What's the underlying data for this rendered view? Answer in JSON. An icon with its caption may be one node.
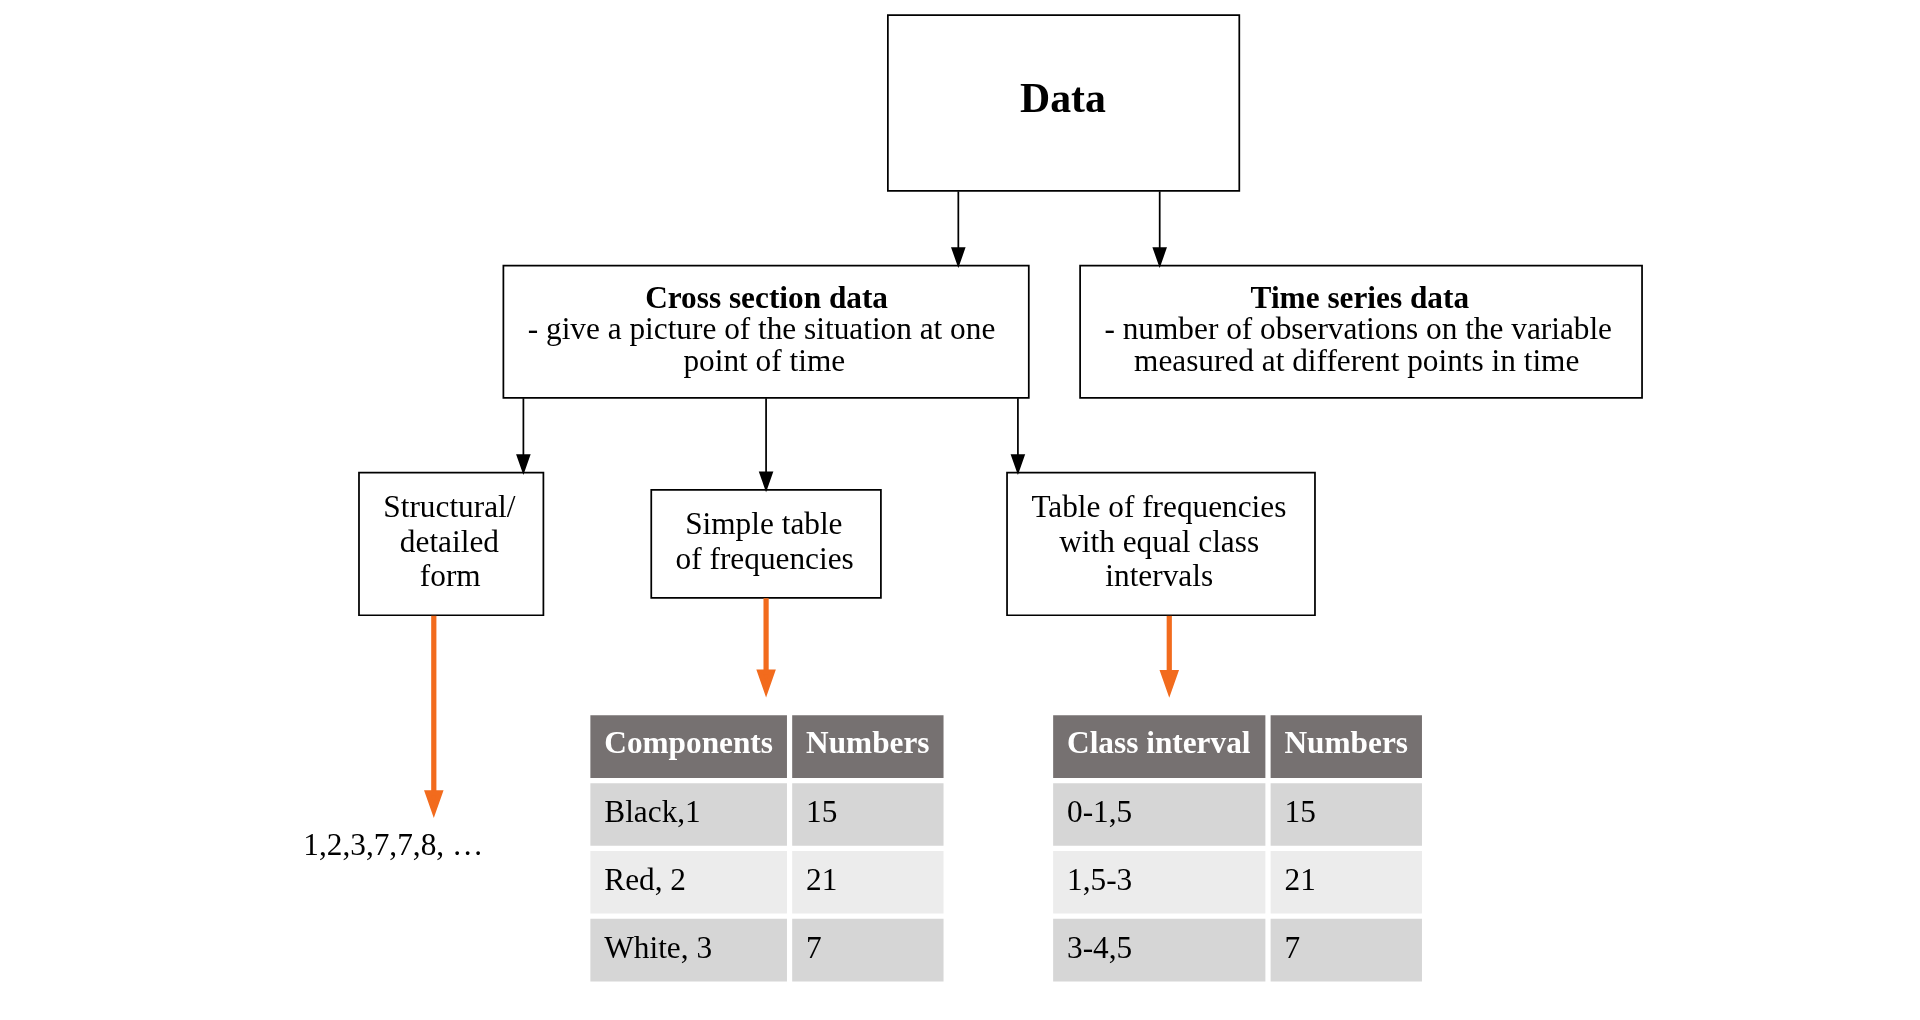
{
  "diagram": {
    "nodes": [
      {
        "text": [
          "Data"
        ]
      },
      {
        "text": [
          "Cross section data",
          "- give a picture of the situation at one point of time"
        ]
      },
      {
        "text": [
          "Time series data",
          "- number of observations on the variable measured at different points in time"
        ]
      },
      {
        "text": [
          "Structural/ detailed form"
        ]
      },
      {
        "text": [
          "Simple table of frequencies"
        ]
      },
      {
        "text": [
          "Table of frequencies with equal class intervals"
        ]
      },
      {
        "text": [
          "1,2,3,7,7,8, …"
        ]
      },
      {
        "text": [
          "Components",
          "Numbers",
          "Black,1",
          "15",
          "Red, 2",
          "21",
          "White, 3",
          "7"
        ]
      },
      {
        "text": [
          "Class interval",
          "Numbers",
          "0-1,5",
          "15",
          "1,5-3",
          "21",
          "3-4,5",
          "7"
        ]
      }
    ],
    "edges": [
      {
        "from": 0,
        "to": 1,
        "arrow": "to"
      },
      {
        "from": 0,
        "to": 2,
        "arrow": "to"
      },
      {
        "from": 1,
        "to": 3,
        "arrow": "to"
      },
      {
        "from": 1,
        "to": 4,
        "arrow": "to"
      },
      {
        "from": 1,
        "to": 5,
        "arrow": "to"
      },
      {
        "from": 3,
        "to": 6,
        "arrow": "to",
        "style": "thick",
        "color": "#f26b1d"
      },
      {
        "from": 4,
        "to": 7,
        "arrow": "to",
        "style": "thick",
        "color": "#f26b1d"
      },
      {
        "from": 5,
        "to": 8,
        "arrow": "to",
        "style": "thick",
        "color": "#f26b1d"
      }
    ]
  }
}
